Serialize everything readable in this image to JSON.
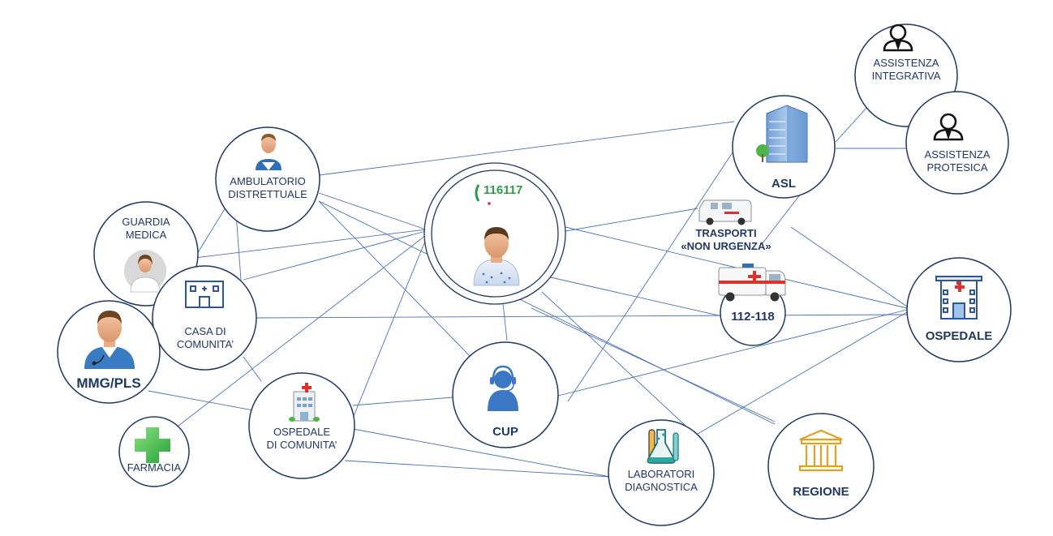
{
  "nodes": {
    "assistenza_integrativa": {
      "line1": "ASSISTENZA",
      "line2": "INTEGRATIVA"
    },
    "asl": {
      "label": "ASL"
    },
    "assistenza_protesica": {
      "line1": "ASSISTENZA",
      "line2": "PROTESICA"
    },
    "ambulatorio": {
      "line1": "AMBULATORIO",
      "line2": "DISTRETTUALE"
    },
    "centrale_116117": {
      "logo_text": "116117"
    },
    "trasporti": {
      "line1": "TRASPORTI",
      "line2": "«NON URGENZA»"
    },
    "guardia_medica": {
      "line1": "GUARDIA",
      "line2": "MEDICA"
    },
    "casa_comunita": {
      "line1": "CASA DI",
      "line2": "COMUNITA’"
    },
    "emergenza": {
      "label": "112-118"
    },
    "ospedale": {
      "label": "OSPEDALE"
    },
    "mmg_pls": {
      "label": "MMG/PLS"
    },
    "ospedale_comunita": {
      "line1": "OSPEDALE",
      "line2": "DI COMUNITA’"
    },
    "cup": {
      "label": "CUP"
    },
    "farmacia": {
      "label": "FARMACIA"
    },
    "laboratori": {
      "line1": "LABORATORI",
      "line2": "DIAGNOSTICA"
    },
    "regione": {
      "label": "REGIONE"
    }
  },
  "colors": {
    "circle_stroke": "#1f3864",
    "link_stroke": "#4a72b8",
    "label_text": "#1f3864",
    "icon_blue": "#2e5597",
    "accent_red": "#e0302c",
    "accent_green": "#33a846"
  }
}
